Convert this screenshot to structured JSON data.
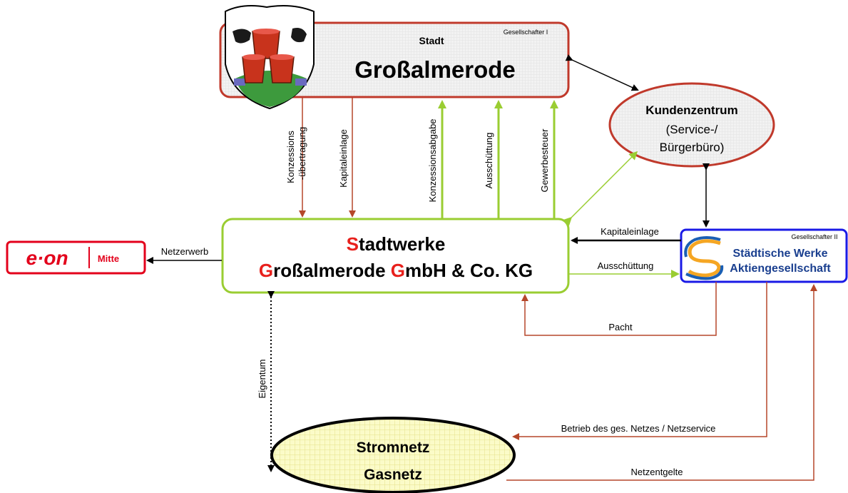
{
  "stadt": {
    "label_small": "Stadt",
    "label_big": "Großalmerode",
    "partner_tag": "Gesellschafter I"
  },
  "kundenzentrum": {
    "line1": "Kundenzentrum",
    "line2": "(Service-/",
    "line3": "Bürgerbüro)"
  },
  "stadtwerke": {
    "line1_initial": "S",
    "line1_rest": "tadtwerke",
    "line2_g1": "G",
    "line2_mid": "roßalmerode ",
    "line2_g2": "G",
    "line2_rest": "mbH & Co. KG"
  },
  "eon": {
    "logo_text": "e·on",
    "region": "Mitte"
  },
  "swag": {
    "partner_tag": "Gesellschafter II",
    "line1": "Städtische Werke",
    "line2": "Aktiengesellschaft"
  },
  "netz": {
    "line1": "Stromnetz",
    "line2": "Gasnetz"
  },
  "flows": {
    "konzessionsuebertragung_1": "Konzessions",
    "konzessionsuebertragung_2": "-übertragung",
    "kapitaleinlage_stadt": "Kapitaleinlage",
    "konzessionsabgabe": "Konzessionsabgabe",
    "ausschuettung_stadt": "Ausschüttung",
    "gewerbesteuer": "Gewerbesteuer",
    "netzerwerb": "Netzerwerb",
    "kapitaleinlage_swag": "Kapitaleinlage",
    "ausschuettung_swag": "Ausschüttung",
    "pacht": "Pacht",
    "eigentum": "Eigentum",
    "betrieb": "Betrieb des ges. Netzes / Netzservice",
    "netzentgelte": "Netzentgelte"
  },
  "colors": {
    "stadt_border": "#c0392b",
    "stadtwerke_border": "#9acd32",
    "flow_brown": "#b5472a",
    "flow_green": "#9acd32",
    "accent_red": "#e8201c",
    "eon_red": "#e3001b",
    "swag_blue": "#1a1ae6"
  }
}
